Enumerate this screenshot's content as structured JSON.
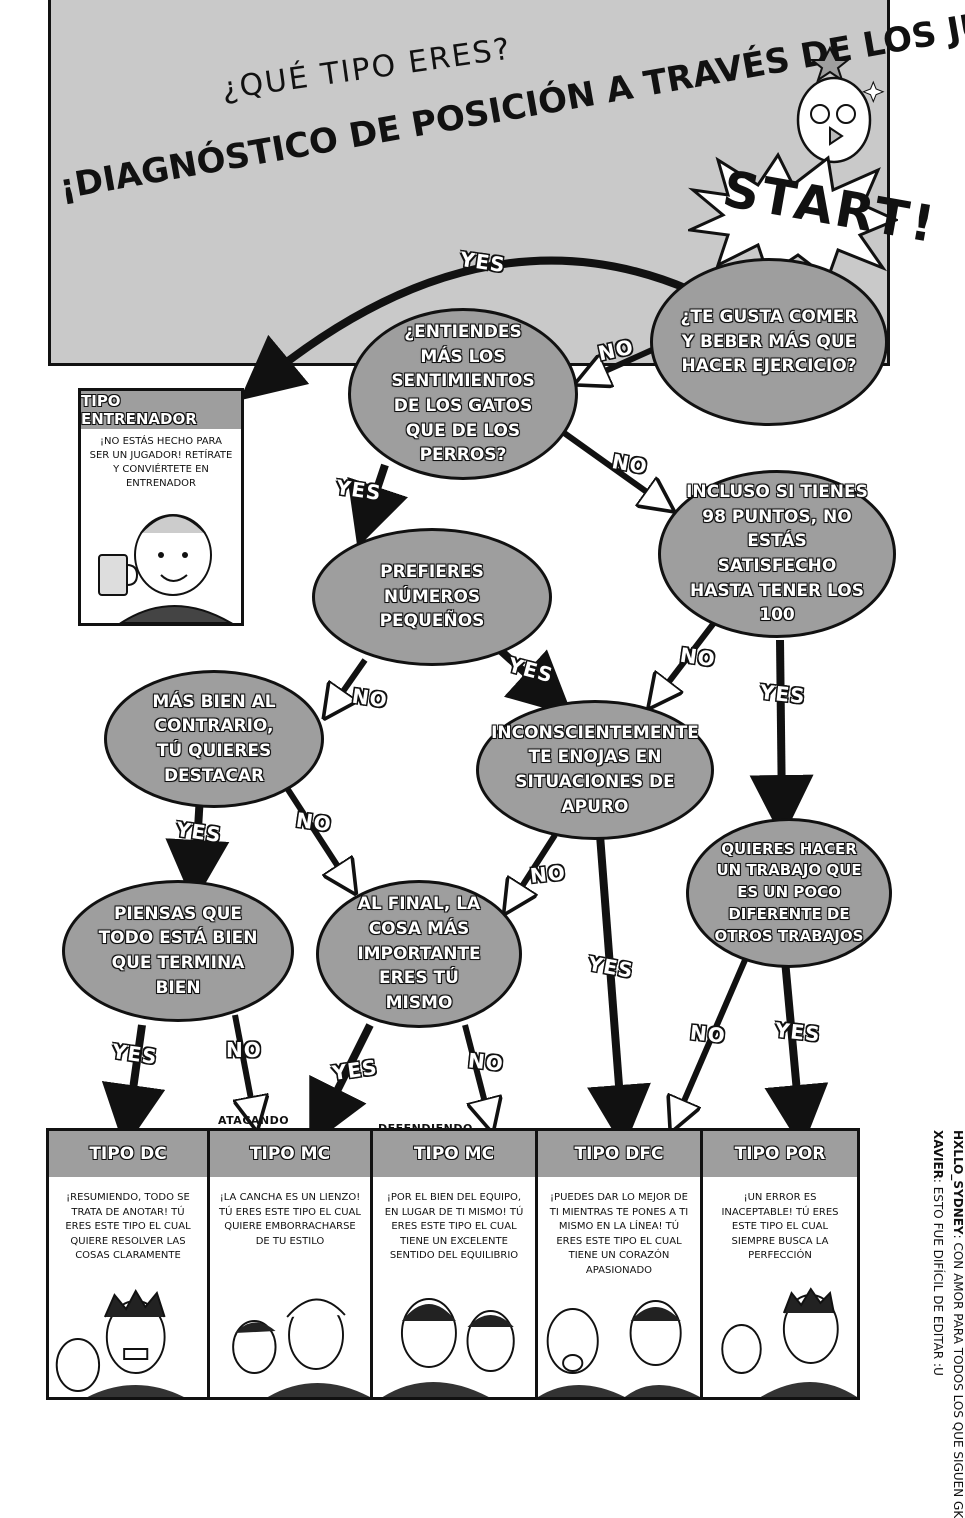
{
  "header": {
    "question": "¿QUÉ TIPO ERES?",
    "title": "¡DIAGNÓSTICO DE POSICIÓN A TRAVÉS DE LOS JUGADORES DE ETU!",
    "start": "START!"
  },
  "nodes": {
    "q1": "¿TE GUSTA COMER Y BEBER MÁS QUE HACER EJERCICIO?",
    "q2": "¿ENTIENDES MÁS LOS SENTIMIENTOS DE LOS GATOS QUE DE LOS PERROS?",
    "q3": "INCLUSO SI TIENES 98 PUNTOS, NO ESTÁS SATISFECHO HASTA TENER LOS 100",
    "q4": "PREFIERES NÚMEROS PEQUEÑOS",
    "q5": "MÁS BIEN AL CONTRARIO, TÚ QUIERES DESTACAR",
    "q6": "INCONSCIENTEMENTE TE ENOJAS EN SITUACIONES DE APURO",
    "q7": "QUIERES HACER UN TRABAJO QUE ES UN POCO DIFERENTE DE OTROS TRABAJOS",
    "q8": "PIENSAS QUE TODO ESTÁ BIEN QUE TERMINA BIEN",
    "q9": "AL FINAL, LA COSA MÁS IMPORTANTE ERES TÚ MISMO"
  },
  "labels": {
    "yes": "YES",
    "no": "NO"
  },
  "coach": {
    "title": "TIPO ENTRENADOR",
    "text": "¡NO ESTÁS HECHO PARA SER UN JUGADOR! RETÍRATE Y CONVIÉRTETE EN ENTRENADOR"
  },
  "results": [
    {
      "title": "TIPO DC",
      "tag": "",
      "text": "¡RESUMIENDO, TODO SE TRATA DE ANOTAR! TÚ ERES ESTE TIPO EL CUAL QUIERE RESOLVER LAS COSAS CLARAMENTE"
    },
    {
      "title": "TIPO MC",
      "tag": "ATACANDO",
      "text": "¡LA CANCHA ES UN LIENZO! TÚ ERES ESTE TIPO EL CUAL QUIERE EMBORRACHARSE DE TU ESTILO"
    },
    {
      "title": "TIPO MC",
      "tag": "DEFENDIENDO",
      "text": "¡POR EL BIEN DEL EQUIPO, EN LUGAR DE TI MISMO! TÚ ERES ESTE TIPO EL CUAL TIENE UN EXCELENTE SENTIDO DEL EQUILIBRIO"
    },
    {
      "title": "TIPO DFC",
      "tag": "",
      "text": "¡PUEDES DAR LO MEJOR DE TI MIENTRAS TE PONES A TI MISMO EN LA LÍNEA! TÚ ERES ESTE TIPO EL CUAL TIENE UN CORAZÓN APASIONADO"
    },
    {
      "title": "TIPO POR",
      "tag": "",
      "text": "¡UN ERROR ES INACEPTABLE! TÚ ERES ESTE TIPO EL CUAL SIEMPRE BUSCA LA PERFECCIÓN"
    }
  ],
  "credits": {
    "line1_name": "HXLLO_SYDNEY",
    "line1_text": ": CON AMOR PARA TODOS LOS QUE SIGUEN GK",
    "line2_name": "XAVIER",
    "line2_text": ": ESTO FUE DIFÍCIL DE EDITAR :U"
  }
}
